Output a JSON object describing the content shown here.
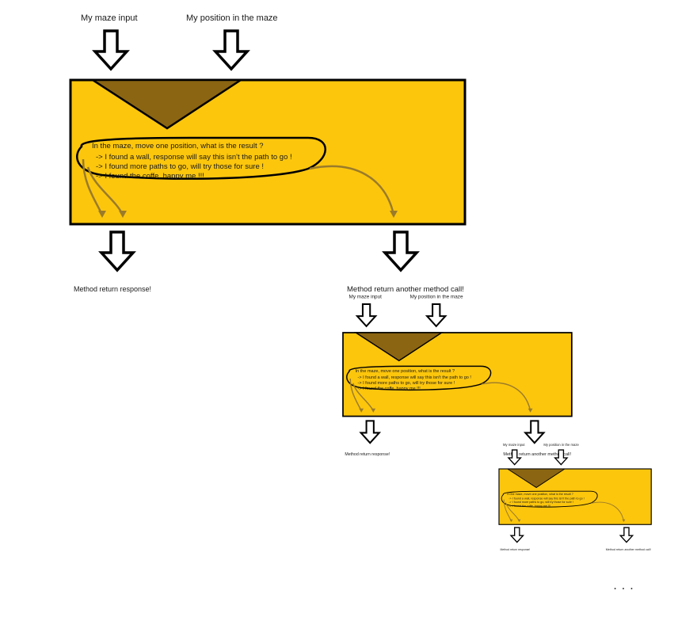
{
  "diagram": {
    "colors": {
      "box_fill": "#fcc60d",
      "funnel_fill": "#8b6512",
      "flow_arrow": "#9a7b2a",
      "outline": "#000000",
      "background": "#ffffff"
    },
    "levels": [
      {
        "input_label": "My maze input",
        "position_label": "My position in the maze",
        "question": "In the maze, move one position, what is the result ?",
        "results": [
          "-> I found a wall, response will say this isn't the path to go !",
          "-> I found more paths to go, will try those for sure !",
          "-> I found the coffe, happy me !!!"
        ],
        "left_output": "Method return response!",
        "right_output": "Method return another method call!"
      },
      {
        "input_label": "My maze input",
        "position_label": "My position in the maze",
        "question": "In the maze, move one position, what is the result ?",
        "results": [
          "-> I found a wall, response will say this isn't the path to go !",
          "-> I found more paths to go, will try those for sure !",
          "-> I found the coffe, happy me !!!"
        ],
        "left_output": "Method return response!",
        "right_output": "Method return another method call!"
      },
      {
        "input_label": "My maze input",
        "position_label": "My position in the maze",
        "question": "In the maze, move one position, what is the result ?",
        "results": [
          "-> I found a wall, response will say this isn't the path to go !",
          "-> I found more paths to go, will try those for sure !",
          "-> I found the coffe, happy me !!!"
        ],
        "left_output": "Method return response!",
        "right_output": "Method return another method call!"
      }
    ],
    "continuation": "..."
  }
}
